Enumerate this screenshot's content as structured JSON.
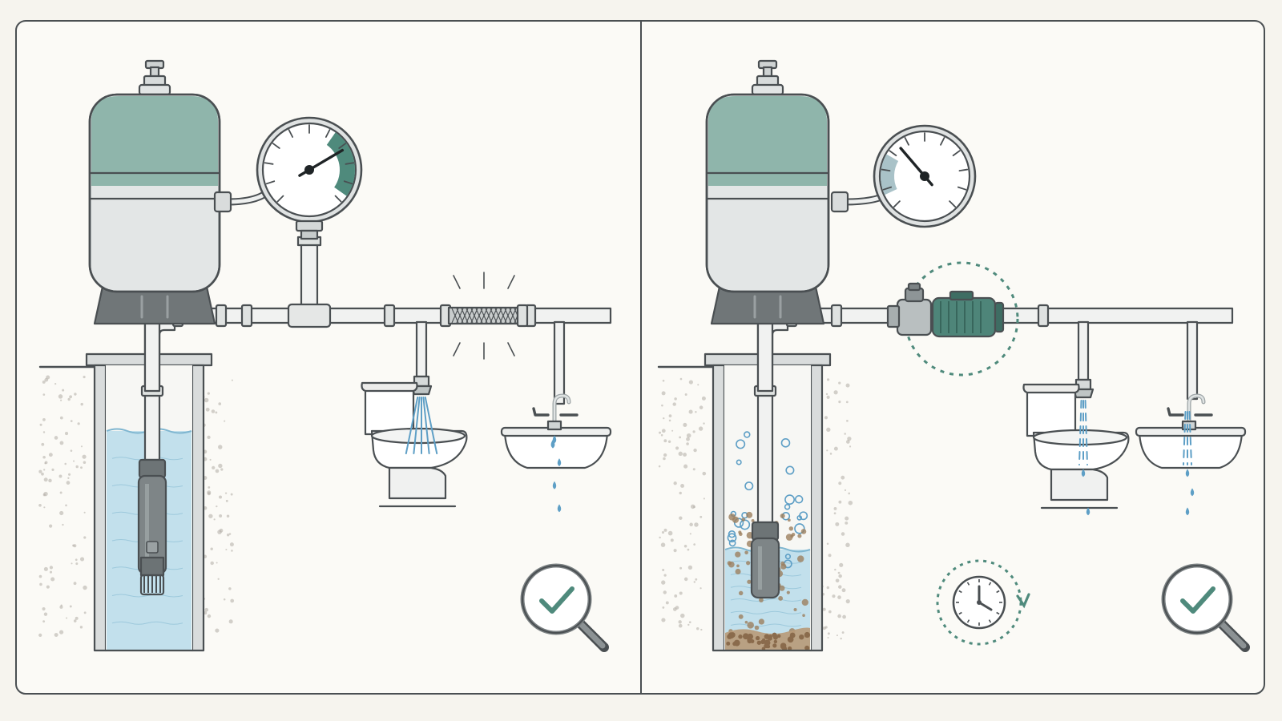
{
  "colors": {
    "background": "#f6f4ee",
    "panel_fill": "#fbfaf6",
    "outline": "#4a4f52",
    "tank_teal": "#8fb5ab",
    "tank_gray": "#e3e6e6",
    "tank_base": "#707678",
    "pipe_fill": "#f1f2f1",
    "water": "#b9dcea",
    "water_line": "#7fb6d0",
    "accent": "#4f8a7c",
    "droplet": "#5e9fc6",
    "soil": "#b1aca4",
    "sediment": "#9c7f5f",
    "pump_teal": "#4e8579"
  },
  "panels": [
    {
      "id": "left",
      "gauge_fraction": 0.72,
      "well_state": "full",
      "pump_on_line": false,
      "pipe_filter": true,
      "timer_icon": false,
      "inspection_icon": "check-magnifier-icon",
      "toilet_flow": "strong",
      "sink_flow": "drip"
    },
    {
      "id": "right",
      "gauge_fraction": 0.35,
      "well_state": "low-with-sediment",
      "pump_on_line": true,
      "pipe_filter": false,
      "timer_icon": true,
      "inspection_icon": "check-magnifier-icon",
      "toilet_flow": "weak",
      "sink_flow": "weak"
    }
  ]
}
